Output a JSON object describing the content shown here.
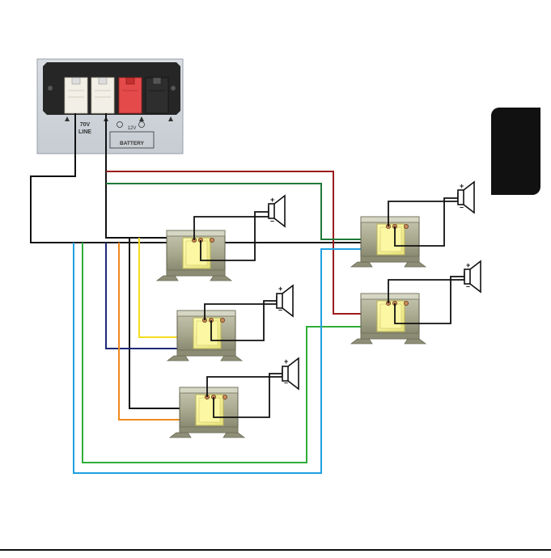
{
  "panel": {
    "line_label_top": "70V",
    "line_label_bottom": "LINE",
    "battery_voltage": "12V",
    "battery_label": "BATTERY"
  },
  "speaker_terminals": {
    "positive": "+",
    "negative": "–"
  },
  "wire_colors": {
    "line": "#111111",
    "red": "#9b1c1c",
    "green": "#1f7a3a",
    "yellow": "#f5dd1b",
    "navy": "#1f2a78",
    "orange": "#f08a1c",
    "cyan": "#1ea0e0",
    "lightgreen": "#2fae3a"
  },
  "side_tab": {
    "color": "#111111"
  }
}
